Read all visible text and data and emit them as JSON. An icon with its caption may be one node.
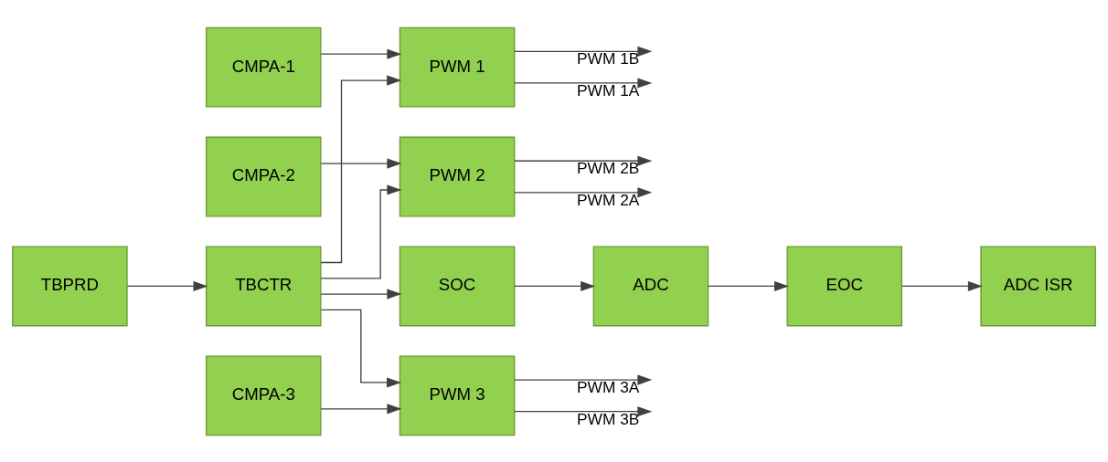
{
  "diagram": {
    "nodes": [
      {
        "text": [
          "CMPA-1"
        ]
      },
      {
        "text": [
          "CMPA-2"
        ]
      },
      {
        "text": [
          "CMPA-3"
        ]
      },
      {
        "text": [
          "PWM 1"
        ]
      },
      {
        "text": [
          "PWM 2"
        ]
      },
      {
        "text": [
          "PWM 3"
        ]
      },
      {
        "text": [
          "TBPRD"
        ]
      },
      {
        "text": [
          "TBCTR"
        ]
      },
      {
        "text": [
          "SOC"
        ]
      },
      {
        "text": [
          "ADC"
        ]
      },
      {
        "text": [
          "EOC"
        ]
      },
      {
        "text": [
          "ADC ISR"
        ]
      }
    ],
    "edges": [
      {
        "from": 0,
        "to": 3,
        "arrow": "to"
      },
      {
        "from": 1,
        "to": 4,
        "arrow": "to"
      },
      {
        "from": 2,
        "to": 5,
        "arrow": "to"
      },
      {
        "from": 7,
        "to": 3,
        "arrow": "to"
      },
      {
        "from": 7,
        "to": 4,
        "arrow": "to"
      },
      {
        "from": 7,
        "to": 5,
        "arrow": "to"
      },
      {
        "from": 3,
        "to": null,
        "arrow": "to",
        "label": "PWM 1A"
      },
      {
        "from": 3,
        "to": null,
        "arrow": "to",
        "label": "PWM 1B"
      },
      {
        "from": 4,
        "to": null,
        "arrow": "to",
        "label": "PWM 2A"
      },
      {
        "from": 4,
        "to": null,
        "arrow": "to",
        "label": "PWM 2B"
      },
      {
        "from": 5,
        "to": null,
        "arrow": "to",
        "label": "PWM 3A"
      },
      {
        "from": 5,
        "to": null,
        "arrow": "to",
        "label": "PWM 3B"
      },
      {
        "from": 6,
        "to": 7,
        "arrow": "to"
      },
      {
        "from": 7,
        "to": 8,
        "arrow": "to"
      },
      {
        "from": 8,
        "to": 9,
        "arrow": "to"
      },
      {
        "from": 9,
        "to": 10,
        "arrow": "to"
      },
      {
        "from": 10,
        "to": 11,
        "arrow": "to"
      }
    ]
  }
}
